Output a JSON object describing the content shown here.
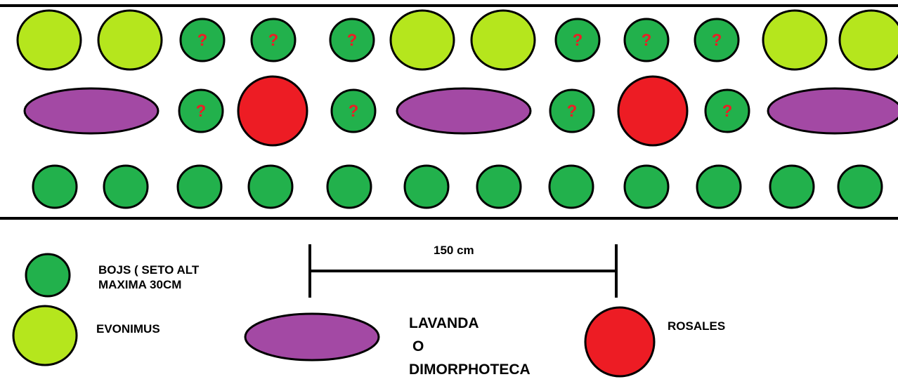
{
  "colors": {
    "bojs": "#22b14c",
    "evonimus": "#b5e61d",
    "lavanda": "#a349a4",
    "rosales": "#ed1c24",
    "question_mark": "#ed1c24",
    "outline": "#000000"
  },
  "plan": {
    "question_mark": "?",
    "rows": [
      {
        "name": "top-row",
        "plants": [
          "evonimus",
          "evonimus",
          "bojs-question",
          "bojs-question",
          "bojs-question",
          "evonimus",
          "evonimus",
          "bojs-question",
          "bojs-question",
          "bojs-question",
          "evonimus",
          "evonimus"
        ]
      },
      {
        "name": "middle-row",
        "plants": [
          "lavanda",
          "bojs-question",
          "rosales",
          "bojs-question",
          "lavanda",
          "bojs-question",
          "rosales",
          "bojs-question",
          "lavanda"
        ]
      },
      {
        "name": "bottom-row",
        "plants": [
          "bojs",
          "bojs",
          "bojs",
          "bojs",
          "bojs",
          "bojs",
          "bojs",
          "bojs",
          "bojs",
          "bojs",
          "bojs",
          "bojs"
        ]
      }
    ]
  },
  "scale": {
    "label": "150 cm"
  },
  "legend": {
    "bojs": {
      "line1": "BOJS ( SETO ALT",
      "line2": "MAXIMA 30CM"
    },
    "evonimus": {
      "label": "EVONIMUS"
    },
    "lavanda": {
      "line1": "LAVANDA",
      "line2": "O",
      "line3": "DIMORPHOTECA"
    },
    "rosales": {
      "label": "ROSALES"
    }
  }
}
